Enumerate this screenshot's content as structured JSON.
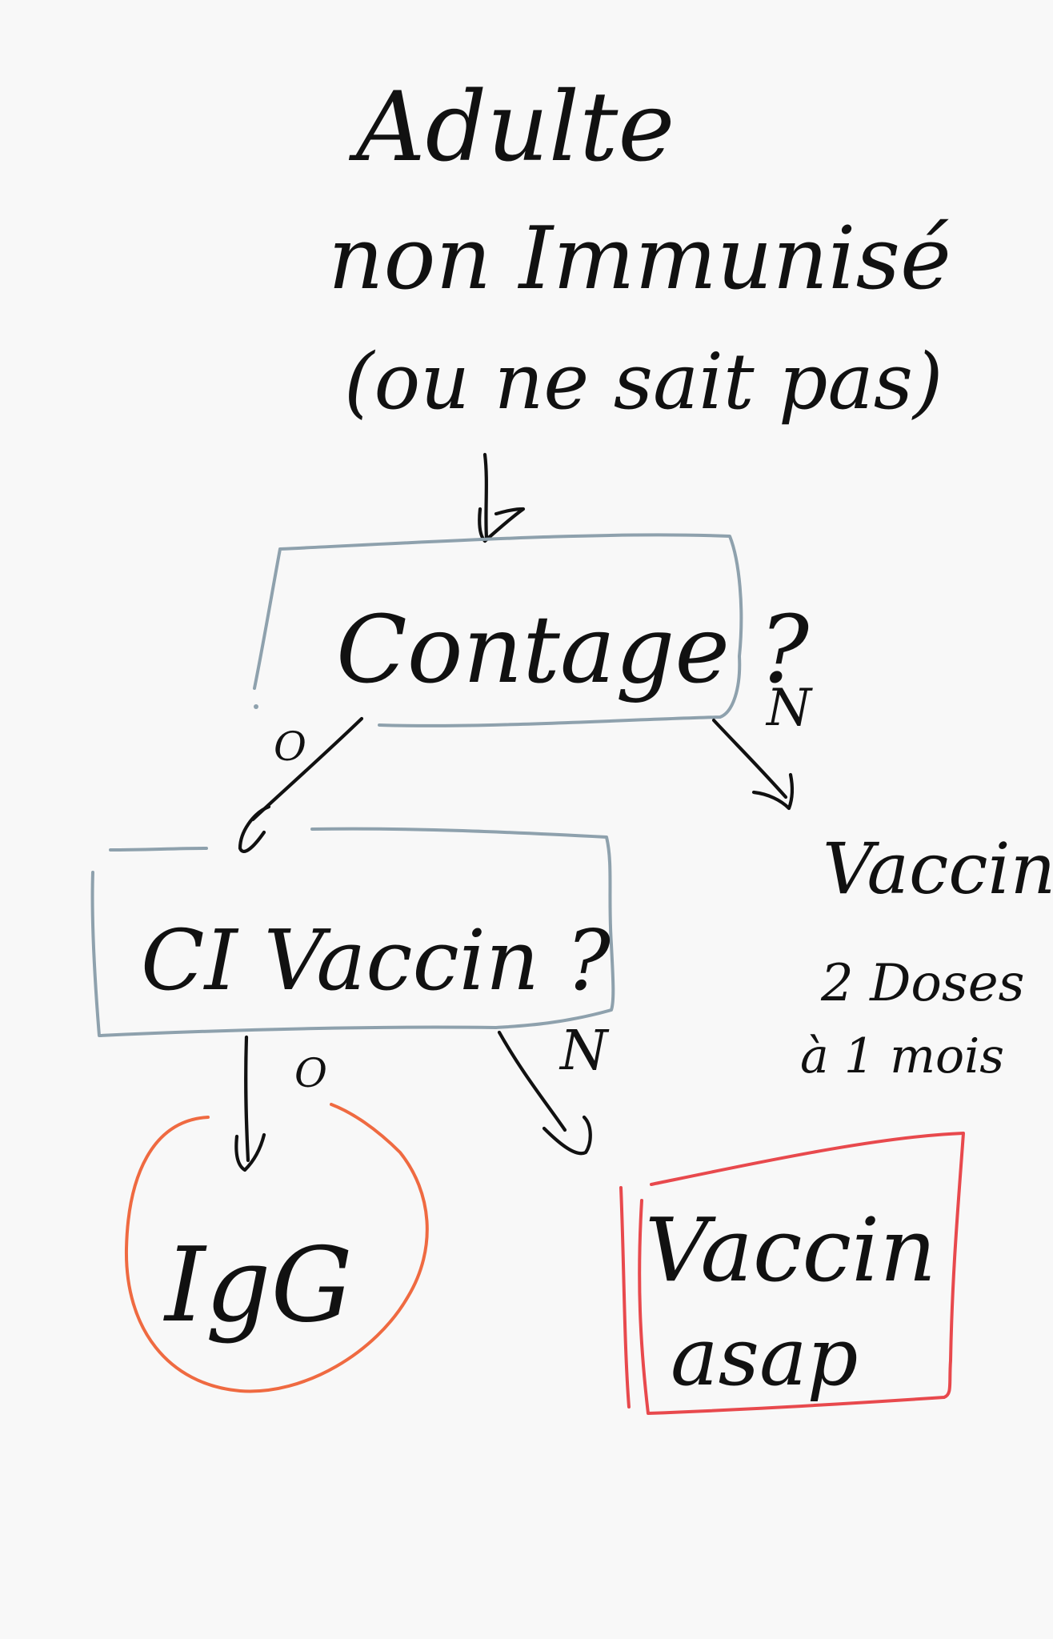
{
  "title": {
    "line1": "Adulte",
    "line2": "non Immunisé",
    "line3": "(ou ne sait pas)"
  },
  "nodes": {
    "contage": {
      "label": "Contage ?"
    },
    "ci_vaccin": {
      "label": "CI Vaccin ?"
    },
    "vaccin_side": {
      "line1": "Vaccin",
      "line2": "2 Doses",
      "line3": "à 1 mois"
    },
    "ivig": {
      "label": "IgG"
    },
    "vaccin_asap": {
      "line1": "Vaccin",
      "line2": "asap"
    }
  },
  "edges": {
    "contage_yes": "O",
    "contage_no": "N",
    "ci_yes": "O",
    "ci_no": "N"
  },
  "colors": {
    "ink": "#111111",
    "decision_box": "#8ea1ad",
    "action_box": "#e8494d",
    "treatment_circle": "#ef6a41",
    "background": "#f8f8f8"
  }
}
